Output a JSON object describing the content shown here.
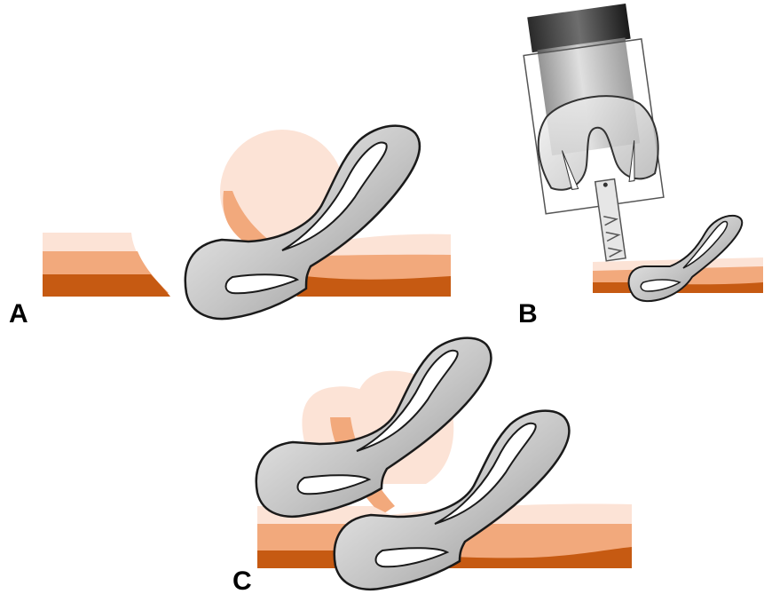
{
  "panels": [
    {
      "id": "A",
      "label": "A"
    },
    {
      "id": "B",
      "label": "B"
    },
    {
      "id": "C",
      "label": "C"
    }
  ],
  "colors": {
    "skin_top": "#fce3d6",
    "skin_mid": "#f2a97c",
    "skin_bottom": "#c65a12",
    "clip_fill_light": "#f2f2f2",
    "clip_fill_dark": "#9a9a9a",
    "clip_stroke": "#1a1a1a",
    "cap_light": "#6b6b6b",
    "cap_dark": "#1c1c1c",
    "scope_light": "#cfcfcf",
    "scope_dark": "#5a5a5a"
  }
}
